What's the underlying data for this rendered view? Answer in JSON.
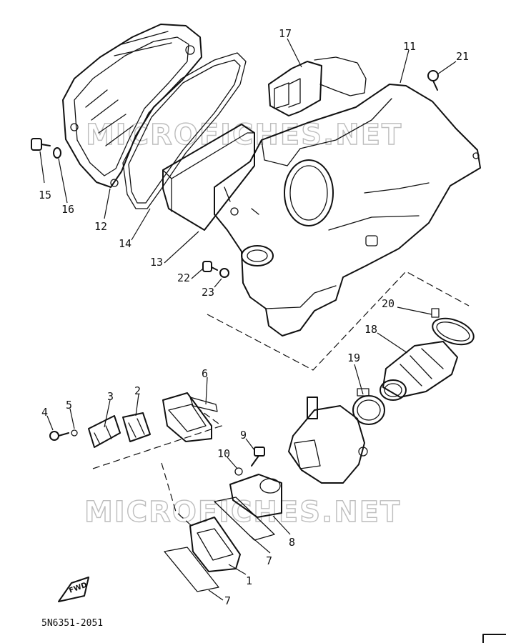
{
  "watermarks": [
    "MICROFICHES.NET",
    "MICROFICHES.NET"
  ],
  "drawing_code": "5N6351-2051",
  "front_marker": "FWD",
  "callouts": [
    "1",
    "2",
    "3",
    "4",
    "5",
    "6",
    "7",
    "7",
    "8",
    "9",
    "10",
    "11",
    "12",
    "13",
    "14",
    "15",
    "16",
    "17",
    "18",
    "19",
    "20",
    "21",
    "22",
    "23"
  ]
}
